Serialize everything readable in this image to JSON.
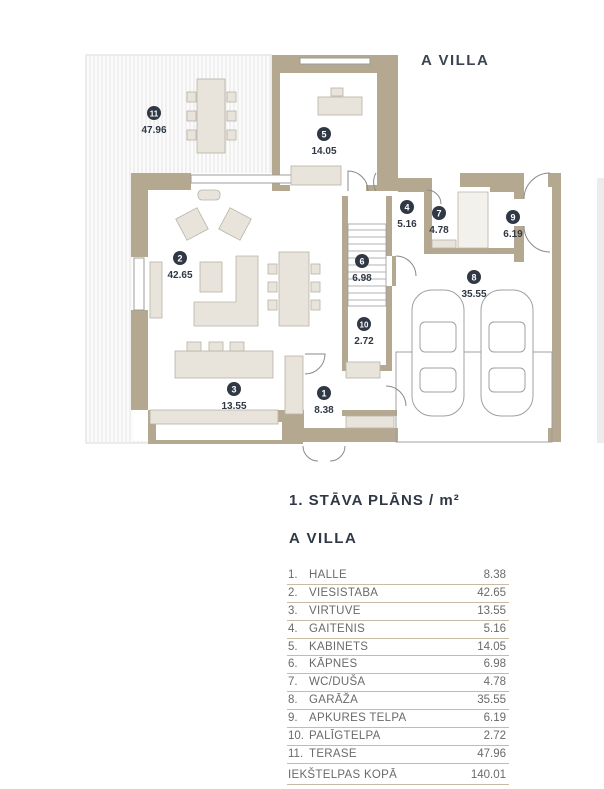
{
  "villa_label": "A VILLA",
  "plan_title": "1. STĀVA PLĀNS / m²",
  "villa_subtitle": "A VILLA",
  "rooms": [
    {
      "num": "1.",
      "badge": "1",
      "name": "HALLE",
      "area": "8.38"
    },
    {
      "num": "2.",
      "badge": "2",
      "name": "VIESISTABA",
      "area": "42.65"
    },
    {
      "num": "3.",
      "badge": "3",
      "name": "VIRTUVE",
      "area": "13.55"
    },
    {
      "num": "4.",
      "badge": "4",
      "name": "GAITENIS",
      "area": "5.16"
    },
    {
      "num": "5.",
      "badge": "5",
      "name": "KABINETS",
      "area": "14.05"
    },
    {
      "num": "6.",
      "badge": "6",
      "name": "KĀPNES",
      "area": "6.98"
    },
    {
      "num": "7.",
      "badge": "7",
      "name": "WC/DUŠA",
      "area": "4.78"
    },
    {
      "num": "8.",
      "badge": "8",
      "name": "GARĀŽA",
      "area": "35.55"
    },
    {
      "num": "9.",
      "badge": "9",
      "name": "APKURES TELPA",
      "area": "6.19"
    },
    {
      "num": "10.",
      "badge": "10",
      "name": "PALĪGTELPA",
      "area": "2.72"
    },
    {
      "num": "11.",
      "badge": "11",
      "name": "TERASE",
      "area": "47.96"
    }
  ],
  "total": {
    "label": "IEKŠTELPAS KOPĀ",
    "value": "140.01"
  },
  "colors": {
    "wall": "#b5a890",
    "badge": "#2f3844",
    "furniture": "#e8e4dc",
    "line": "#9c9c9c",
    "legend_rule": "#c7bba5"
  }
}
